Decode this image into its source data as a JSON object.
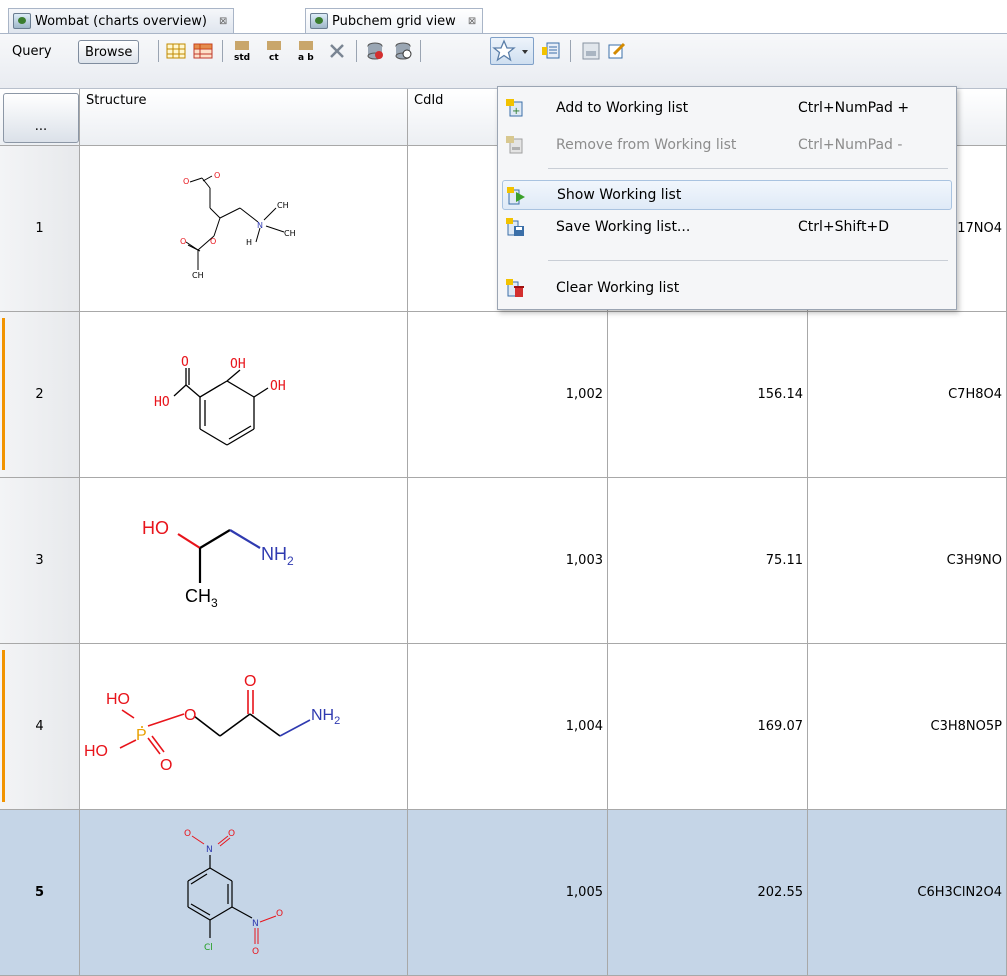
{
  "tabs": [
    {
      "label": "Wombat (charts overview)",
      "close": "⊠"
    },
    {
      "label": "Pubchem grid view",
      "close": "⊠"
    }
  ],
  "toolbar": {
    "query_label": "Query",
    "browse_label": "Browse",
    "std_label": "std",
    "ct_label": "ct",
    "ab_label": "a b"
  },
  "grid": {
    "corner_label": "...",
    "columns": [
      "Structure",
      "CdId"
    ],
    "rows": [
      {
        "index": "1",
        "cdid": "",
        "mass": "",
        "formula": "17NO4",
        "marked": false,
        "selected": false
      },
      {
        "index": "2",
        "cdid": "1,002",
        "mass": "156.14",
        "formula": "C7H8O4",
        "marked": true,
        "selected": false
      },
      {
        "index": "3",
        "cdid": "1,003",
        "mass": "75.11",
        "formula": "C3H9NO",
        "marked": false,
        "selected": false
      },
      {
        "index": "4",
        "cdid": "1,004",
        "mass": "169.07",
        "formula": "C3H8NO5P",
        "marked": true,
        "selected": false
      },
      {
        "index": "5",
        "cdid": "1,005",
        "mass": "202.55",
        "formula": "C6H3ClN2O4",
        "marked": false,
        "selected": true
      }
    ]
  },
  "molecules": {
    "m1": {
      "o_minus": "O",
      "o1": "O",
      "n_plus": "N",
      "ch3_a": "CH",
      "ch3_b": "CH",
      "h3c": "H",
      "o2": "O",
      "o3": "O",
      "ch3_c": "CH"
    },
    "m2": {
      "o_top": "O",
      "oh_top": "OH",
      "oh_right": "OH",
      "ho": "HO"
    },
    "m3": {
      "ho": "HO",
      "nh2": "NH",
      "nh2_sub": "2",
      "ch3": "CH",
      "ch3_sub": "3"
    },
    "m4": {
      "ho_top": "HO",
      "p": "P",
      "o_link": "O",
      "o_keto": "O",
      "nh2": "NH",
      "nh2_sub": "2",
      "ho_bottom": "HO",
      "o_bottom": "O"
    },
    "m5": {
      "o1": "O",
      "n1": "N",
      "o2": "O",
      "n2": "N",
      "o3": "O",
      "o4": "O",
      "cl": "Cl"
    }
  },
  "menu": {
    "items": [
      {
        "label": "Add to Working list",
        "shortcut": "Ctrl+NumPad +"
      },
      {
        "label": "Remove from Working list",
        "shortcut": "Ctrl+NumPad -"
      },
      {
        "label": "Show Working list",
        "shortcut": ""
      },
      {
        "label": "Save Working list...",
        "shortcut": "Ctrl+Shift+D"
      },
      {
        "label": "Clear Working list",
        "shortcut": ""
      }
    ]
  },
  "colors": {
    "selection": "#c5d5e7",
    "row_marker": "#f29400",
    "oxygen": "#e8141b",
    "nitrogen": "#2f3ab0",
    "phosphorus": "#e8a000",
    "chlorine": "#1f9e1f"
  }
}
